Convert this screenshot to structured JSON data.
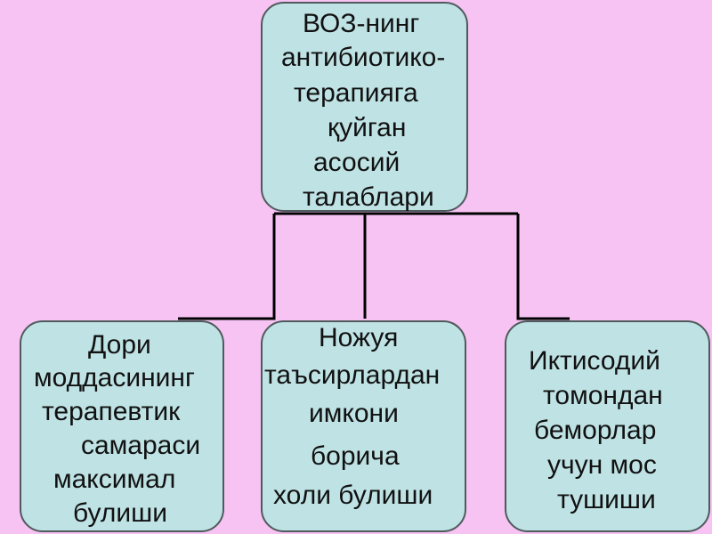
{
  "diagram": {
    "root": {
      "lines": [
        "ВОЗ-нинг",
        "антибиотико-",
        "терапияга",
        "қуйган",
        "асосий",
        "талаблари"
      ]
    },
    "children": [
      {
        "lines": [
          "Дори",
          "моддасининг",
          "терапевтик",
          "самараси",
          "максимал",
          "булиши"
        ]
      },
      {
        "lines": [
          "Ножуя",
          "таъсирлардан",
          "имкони",
          "борича",
          "холи булиши"
        ]
      },
      {
        "lines": [
          "Иктисодий",
          "томондан",
          "беморлар",
          "учун мос",
          "тушиши"
        ]
      }
    ],
    "colors": {
      "background": "#f6c3f3",
      "node_fill": "#bfe2e4",
      "node_border": "#4f5a5c",
      "connector": "#000000"
    }
  }
}
